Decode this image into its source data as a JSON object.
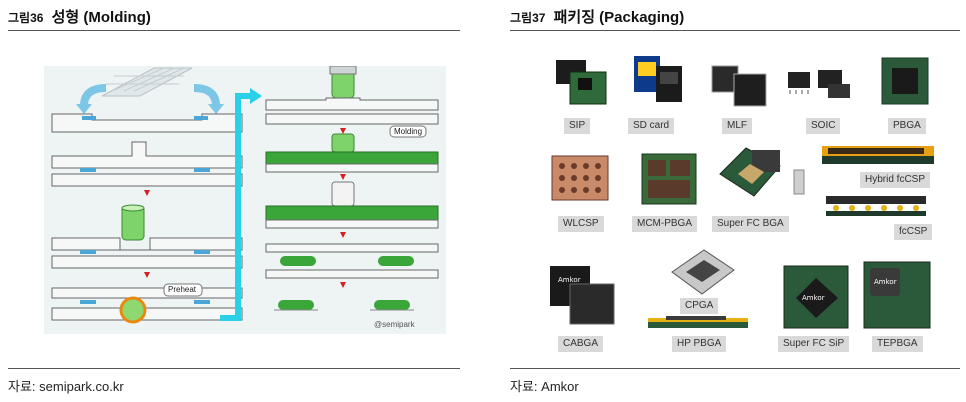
{
  "left_figure": {
    "number": "그림36",
    "title": "성형 (Molding)",
    "source": "자료: semipark.co.kr",
    "stage_labels": {
      "molding": "Molding",
      "preheat": "Preheat",
      "watermark": "@semipark"
    }
  },
  "right_figure": {
    "number": "그림37",
    "title": "패키징 (Packaging)",
    "source": "자료: Amkor",
    "packages": [
      "SIP",
      "SD card",
      "MLF",
      "SOIC",
      "PBGA",
      "WLCSP",
      "MCM-PBGA",
      "Super FC BGA",
      "Hybrid fcCSP",
      "fcCSP",
      "CABGA",
      "CPGA",
      "HP PBGA",
      "Super FC SiP",
      "TEPBGA"
    ]
  },
  "colors": {
    "mold_green": "#3aa63a",
    "arrow_cyan": "#2ad0e8",
    "arrow_red": "#d42020",
    "label_gray": "#d9d9d9"
  }
}
